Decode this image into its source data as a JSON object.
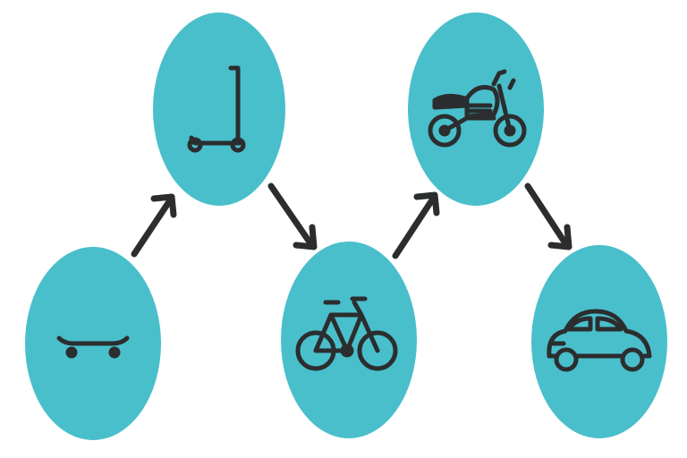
{
  "colors": {
    "background": "#ffffff",
    "node_fill": "#49bfcb",
    "icon": "#2b2d2f",
    "arrow": "#2b2d2f"
  },
  "nodes": [
    {
      "id": "skateboard",
      "icon": "skateboard-icon"
    },
    {
      "id": "scooter",
      "icon": "kick-scooter-icon"
    },
    {
      "id": "bicycle",
      "icon": "bicycle-icon"
    },
    {
      "id": "motorcycle",
      "icon": "motorcycle-icon"
    },
    {
      "id": "car",
      "icon": "car-icon"
    }
  ],
  "edges": [
    {
      "from": "skateboard",
      "to": "scooter"
    },
    {
      "from": "scooter",
      "to": "bicycle"
    },
    {
      "from": "bicycle",
      "to": "motorcycle"
    },
    {
      "from": "motorcycle",
      "to": "car"
    }
  ]
}
